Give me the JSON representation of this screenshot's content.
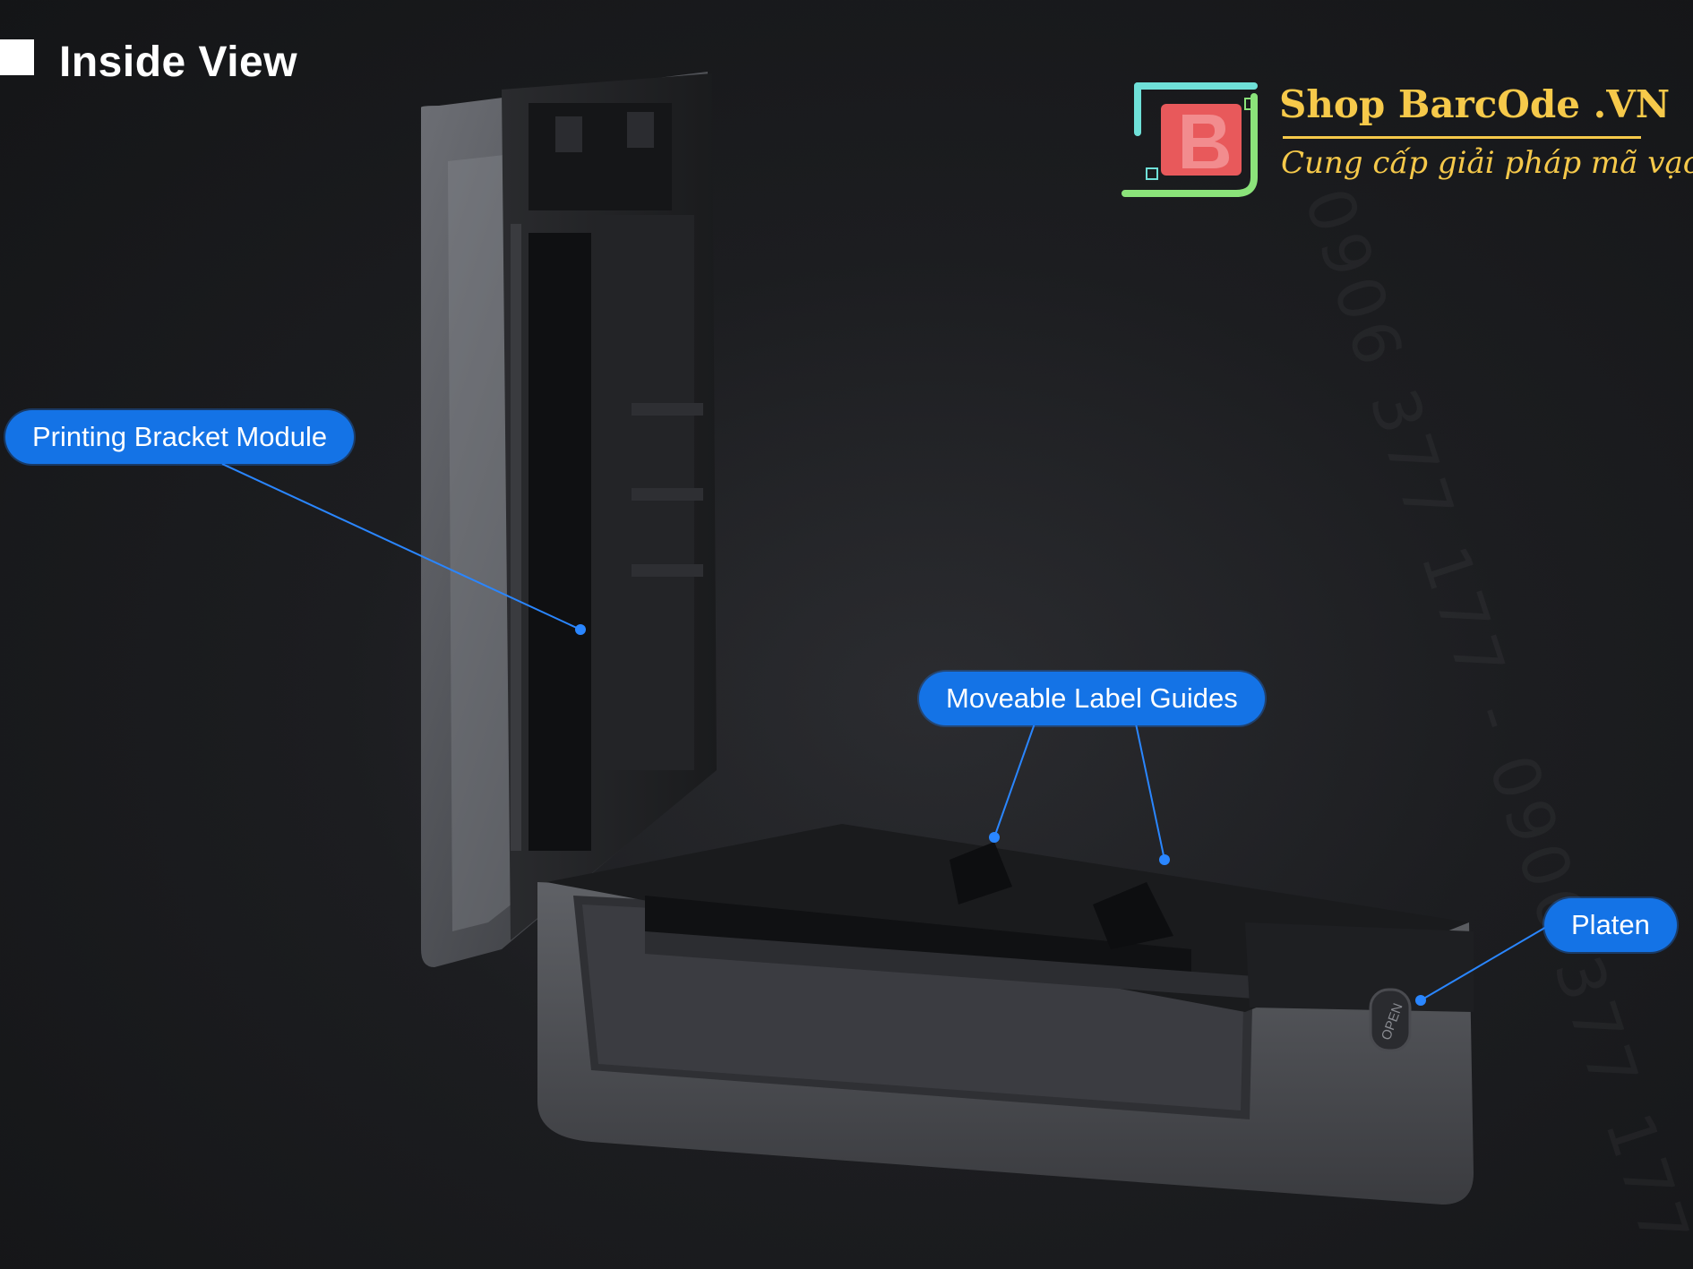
{
  "header": {
    "title": "Inside View"
  },
  "brand": {
    "name": "Shop BarcOde .VN",
    "tagline": "Cung cấp giải pháp mã vạch",
    "logo_icon": "sb-monogram-logo",
    "watermark": "0906 377 177 - 0906 377 177"
  },
  "callouts": [
    {
      "label": "Printing Bracket Module"
    },
    {
      "label": "Moveable Label Guides"
    },
    {
      "label": "Platen"
    }
  ],
  "device": {
    "button_label": "OPEN"
  },
  "colors": {
    "callout": "#1473e6",
    "leader_line": "#2a86ff",
    "brand_gold": "#f6c94a",
    "logo_red": "#e8595b",
    "logo_teal": "#6fe0d8",
    "logo_green": "#8be37a"
  }
}
